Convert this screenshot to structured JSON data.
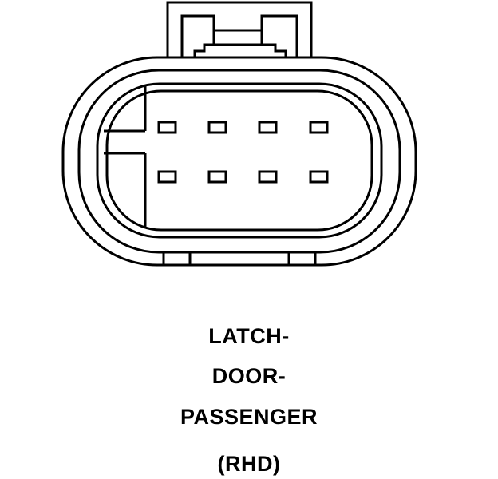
{
  "caption": {
    "line1": "LATCH-",
    "line2": "DOOR-",
    "line3": "PASSENGER",
    "line4": "(RHD)"
  },
  "connector": {
    "cavity_rows": 2,
    "cavity_cols": 4,
    "line_color": "#000000",
    "background_color": "#ffffff"
  }
}
